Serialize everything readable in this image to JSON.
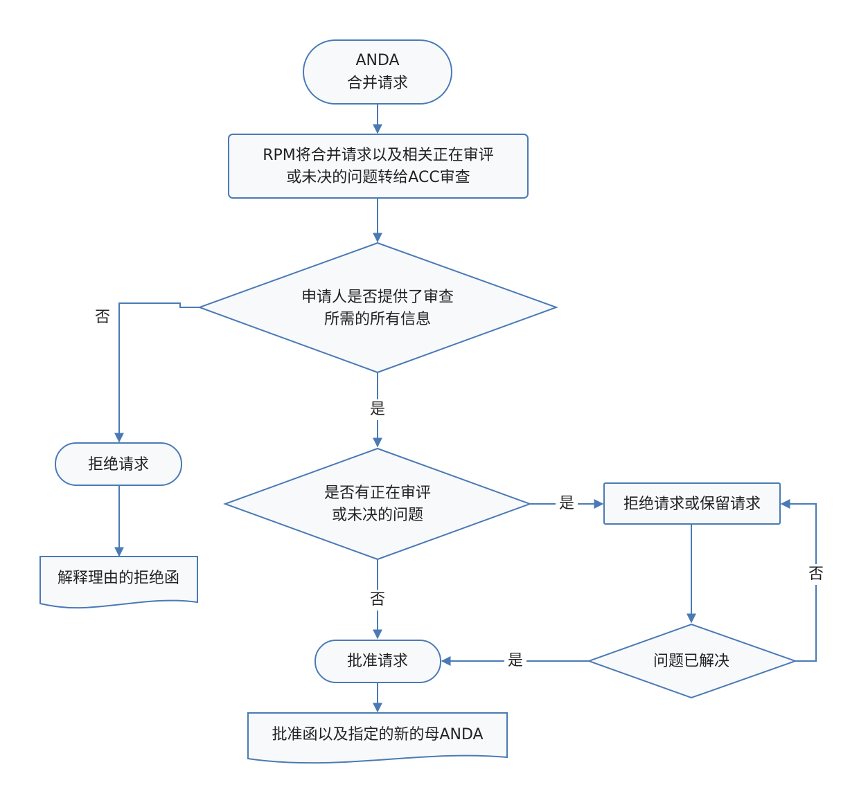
{
  "nodes": {
    "start": [
      "ANDA",
      "合并请求"
    ],
    "forward": [
      "RPM将合并请求以及相关正在审评",
      "或未决的问题转给ACC审查"
    ],
    "info_check": [
      "申请人是否提供了审查",
      "所需的所有信息"
    ],
    "reject": [
      "拒绝请求"
    ],
    "reject_letter": [
      "解释理由的拒绝函"
    ],
    "pending_check": [
      "是否有正在审评",
      "或未决的问题"
    ],
    "reject_or_hold": [
      "拒绝请求或保留请求"
    ],
    "resolved_check": [
      "问题已解决"
    ],
    "approve": [
      "批准请求"
    ],
    "approve_letter": [
      "批准函以及指定的新的母ANDA"
    ]
  },
  "edge_labels": {
    "info_no": "否",
    "info_yes": "是",
    "pending_yes": "是",
    "pending_no": "否",
    "resolved_no": "否",
    "resolved_yes": "是"
  }
}
